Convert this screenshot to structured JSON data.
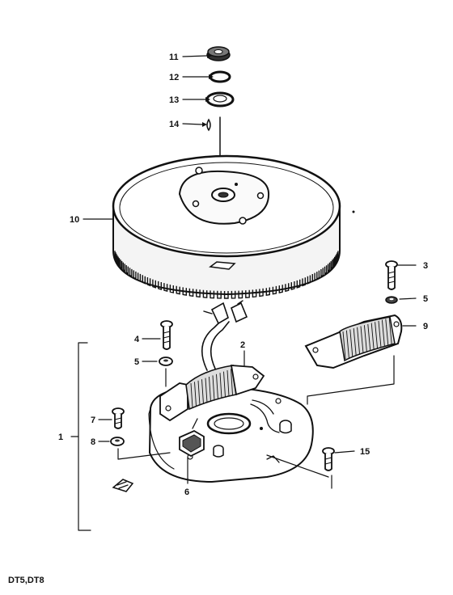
{
  "callouts": {
    "c1": "1",
    "c2": "2",
    "c3": "3",
    "c4": "4",
    "c5a": "5",
    "c5b": "5",
    "c6": "6",
    "c7": "7",
    "c8": "8",
    "c9": "9",
    "c10": "10",
    "c11": "11",
    "c12": "12",
    "c13": "13",
    "c14": "14",
    "c15": "15"
  },
  "model_label": "DT5,DT8",
  "colors": {
    "ink": "#111111",
    "paper": "#ffffff"
  }
}
